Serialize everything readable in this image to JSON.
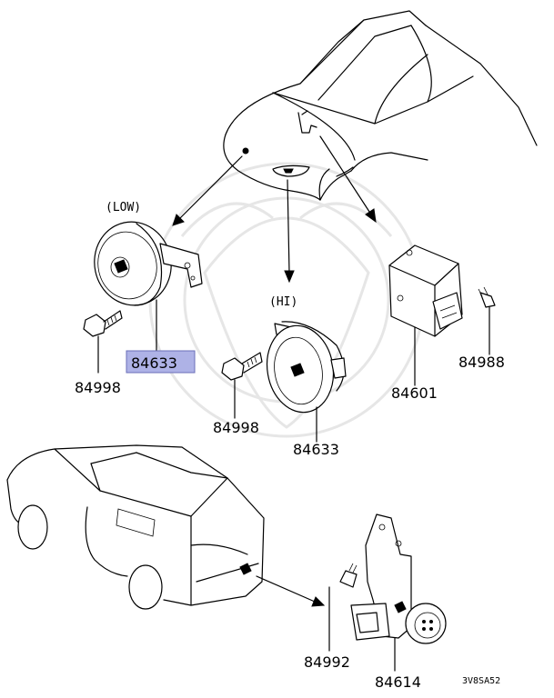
{
  "labels": {
    "low": "(LOW)",
    "hi": "(HI)"
  },
  "parts": {
    "horn_low": "84633",
    "bolt_low": "84998",
    "bolt_hi": "84998",
    "horn_hi": "84633",
    "relay": "84601",
    "relay_screw": "84988",
    "rear_screw": "84992",
    "rear_unit": "84614"
  },
  "diagram_code": "3V8SA52",
  "highlight_color": "#aeb2e6"
}
